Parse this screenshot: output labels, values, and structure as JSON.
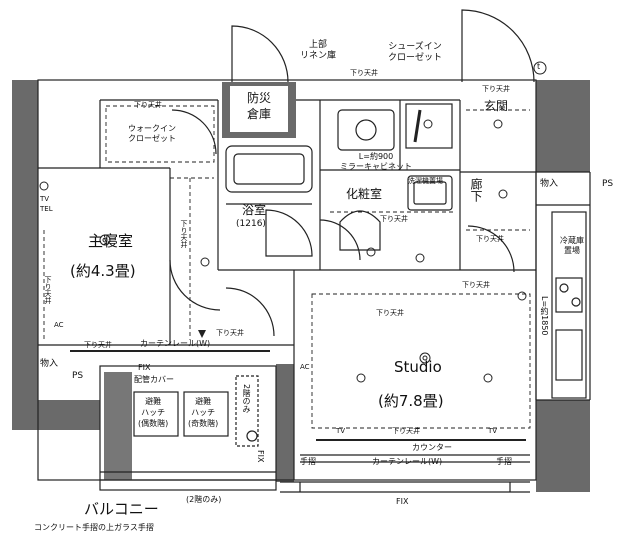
{
  "rooms": {
    "bousai": "防災\n倉庫",
    "yokushitsu": "浴室",
    "yokushitsu_size": "(1216)",
    "keshoushitsu": "化粧室",
    "genkan": "玄関",
    "rouka": "廊下",
    "shushinshitsu": "主寝室",
    "shushinshitsu_size": "(約4.3畳)",
    "studio": "Studio",
    "studio_size": "(約7.8畳)",
    "balcony": "バルコニー",
    "balcony_note": "コンクリート手摺の上ガラス手摺"
  },
  "labels": {
    "jobu_linen": "上部\nリネン庫",
    "shoes_in": "シューズイン\nクローゼット",
    "walk_in": "ウォークイン\nクローゼット",
    "sagari_tenjo": "下り天井",
    "mirror_cabinet": "L=約900\nミラーキャビネット",
    "sentakuki": "洗濯機置場",
    "mono_ire": "物入",
    "ps": "PS",
    "reizouko": "冷蔵庫\n置場",
    "kitchen_len": "L=約1850",
    "curtain_rail_w": "カーテンレール(W)",
    "counter": "カウンター",
    "tesuri": "手摺",
    "fix": "FIX",
    "haikan_cover": "配管カバー",
    "hinan_gu": "避難\nハッチ\n(偶数階)",
    "hinan_ki": "避難\nハッチ\n(奇数階)",
    "nikai_nomi": "2階のみ",
    "nikai_nomi_paren": "(2階のみ)",
    "t": "t",
    "ac": "AC",
    "tv": "TV",
    "tel": "TEL"
  },
  "colors": {
    "wall": "#666666",
    "line": "#222222",
    "fill": "#ffffff"
  }
}
